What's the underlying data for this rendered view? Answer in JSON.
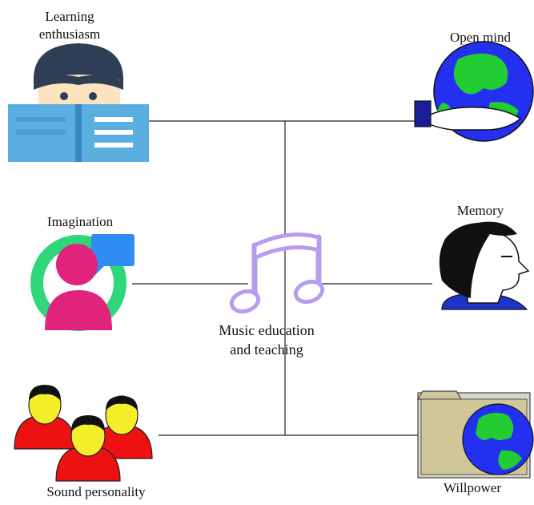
{
  "center": {
    "line1": "Music education",
    "line2": "and teaching"
  },
  "nodes": {
    "learning": {
      "line1": "Learning",
      "line2": "enthusiasm"
    },
    "imagination": {
      "label": "Imagination"
    },
    "sound": {
      "label": "Sound personality"
    },
    "open_mind": {
      "label": "Open mind"
    },
    "memory": {
      "label": "Memory"
    },
    "willpower": {
      "label": "Willpower"
    }
  },
  "icons": {
    "learning": "reading-boy-icon",
    "imagination": "person-speech-bubble-icon",
    "sound": "group-of-people-icon",
    "open_mind": "hand-holding-globe-icon",
    "memory": "head-profile-icon",
    "willpower": "folder-globe-icon",
    "center": "music-note-icon"
  },
  "colors": {
    "book": "#5aaee0",
    "hair": "#2e3e55",
    "skin": "#fde3c0",
    "speech_bubble": "#2f8cf2",
    "ring": "#2ed87a",
    "person": "#e0247e",
    "people_shirt": "#ee1111",
    "people_face": "#f5ee2a",
    "globe_sea": "#2430f0",
    "globe_land": "#22cc33",
    "memory_shirt": "#1e34c8",
    "folder": "#cfc79a",
    "note": "#b79cf0"
  }
}
